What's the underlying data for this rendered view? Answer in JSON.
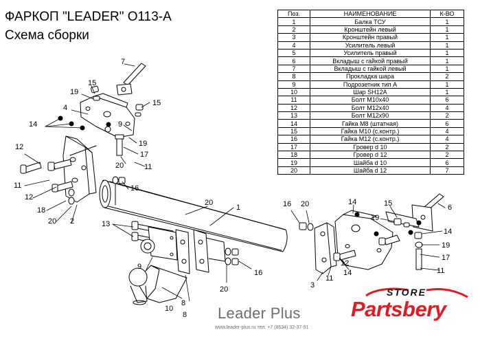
{
  "header": {
    "title": "ФАРКОП \"LEADER\" O113-A",
    "subtitle": "Схема сборки"
  },
  "parts_table": {
    "headers": [
      "Поз.",
      "НАИМЕНОВАНИЕ",
      "К-ВО"
    ],
    "rows": [
      {
        "pos": "1",
        "name": "Балка ТСУ",
        "qty": "1"
      },
      {
        "pos": "2",
        "name": "Кронштейн левый",
        "qty": "1"
      },
      {
        "pos": "3",
        "name": "Кронштейн правый",
        "qty": "1"
      },
      {
        "pos": "4",
        "name": "Усилитель левый",
        "qty": "1"
      },
      {
        "pos": "5",
        "name": "Усилитель правый",
        "qty": "1"
      },
      {
        "pos": "6",
        "name": "Вкладыш с гайкой правый",
        "qty": "1"
      },
      {
        "pos": "7",
        "name": "Вкладыш с гайкой левый",
        "qty": "1"
      },
      {
        "pos": "8",
        "name": "Прокладка шара",
        "qty": "2"
      },
      {
        "pos": "9",
        "name": "Подрозетник тип А",
        "qty": "1"
      },
      {
        "pos": "10",
        "name": "Шар SH12A",
        "qty": "1"
      },
      {
        "pos": "11",
        "name": "Болт М10х40",
        "qty": "6"
      },
      {
        "pos": "12",
        "name": "Болт М12х40",
        "qty": "4"
      },
      {
        "pos": "13",
        "name": "Болт М12х90",
        "qty": "2"
      },
      {
        "pos": "14",
        "name": "Гайка  М8 (штатная)",
        "qty": "6"
      },
      {
        "pos": "15",
        "name": "Гайка  М10 (с.контр.)",
        "qty": "4"
      },
      {
        "pos": "16",
        "name": "Гайка  М12 (с.контр.)",
        "qty": "4"
      },
      {
        "pos": "17",
        "name": "Гровер d 10",
        "qty": "2"
      },
      {
        "pos": "18",
        "name": "Гровер d 12",
        "qty": "2"
      },
      {
        "pos": "19",
        "name": "Шайба d 10",
        "qty": "6"
      },
      {
        "pos": "20",
        "name": "Шайба d 12",
        "qty": "7"
      }
    ]
  },
  "callouts": [
    "7",
    "15",
    "19",
    "15",
    "4",
    "14",
    "9",
    "19",
    "17",
    "20",
    "11",
    "12",
    "11",
    "16",
    "12",
    "18",
    "20",
    "2",
    "20",
    "1",
    "13",
    "9",
    "8",
    "20",
    "16",
    "10",
    "8",
    "16",
    "20",
    "14",
    "15",
    "6",
    "19",
    "14",
    "19",
    "17",
    "11",
    "3",
    "11",
    "12",
    "14"
  ],
  "footer": {
    "brand": "Leader Plus",
    "contact": "www.leader-plus.ru   тел. +7 (8634) 32-37-91"
  },
  "store_logo": {
    "word": "STORE",
    "name": "Partsbery",
    "colors": {
      "red": "#e11b22",
      "dark": "#111111"
    }
  }
}
